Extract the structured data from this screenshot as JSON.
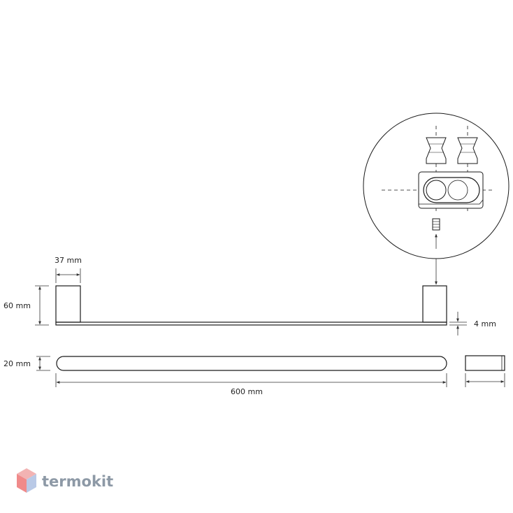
{
  "dimensions": {
    "bracket_width": "37 mm",
    "height": "60 mm",
    "bar_thickness": "4 mm",
    "depth": "20 mm",
    "length": "600 mm"
  },
  "watermark": {
    "brand": "termokit",
    "colors": {
      "text": "#8d99a6",
      "logo_light": "#f2b3b3",
      "logo_mid": "#f08a8a",
      "logo_dark": "#b9c9e6"
    }
  },
  "colors": {
    "line": "#1a1a1a",
    "dim_line": "#333333",
    "background": "#ffffff"
  }
}
